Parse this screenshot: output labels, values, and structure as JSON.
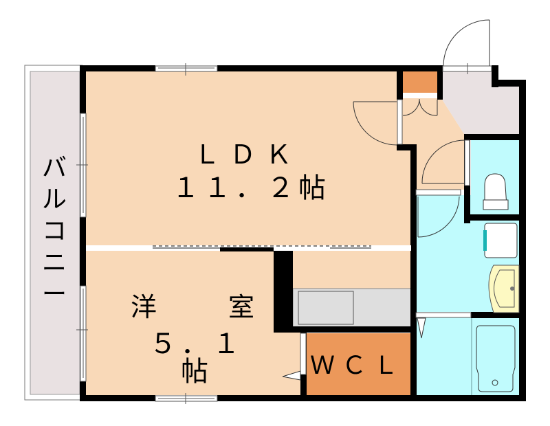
{
  "title": "Floor plan 1LDK",
  "rooms": {
    "ldk": {
      "name": "ＬＤＫ",
      "size": "１１．２帖",
      "color": "#f9d9b8"
    },
    "western": {
      "name_left": "洋",
      "name_right": "室",
      "size": "５．１帖",
      "color": "#f9d9b8"
    },
    "wcl": {
      "name": "ＷＣＬ",
      "color": "#ec985a"
    },
    "balcony": {
      "chars": [
        "バ",
        "ル",
        "コ",
        "ニ",
        "ー"
      ],
      "color": "#e9e1e2"
    },
    "entrance": {
      "color": "#e9e1e2"
    },
    "shoe_closet": {
      "color": "#ec985a"
    },
    "toilet": {
      "color": "#c0fbfd"
    },
    "washroom": {
      "color": "#c0fbfd"
    },
    "bathroom": {
      "color": "#c0fbfd"
    },
    "kitchen_counter": {
      "color": "#dedede"
    }
  },
  "colors": {
    "wall": "#000000",
    "sink": "#fdf9c2",
    "washer_accent": "#19b3b3",
    "fixture_line": "#555555"
  }
}
